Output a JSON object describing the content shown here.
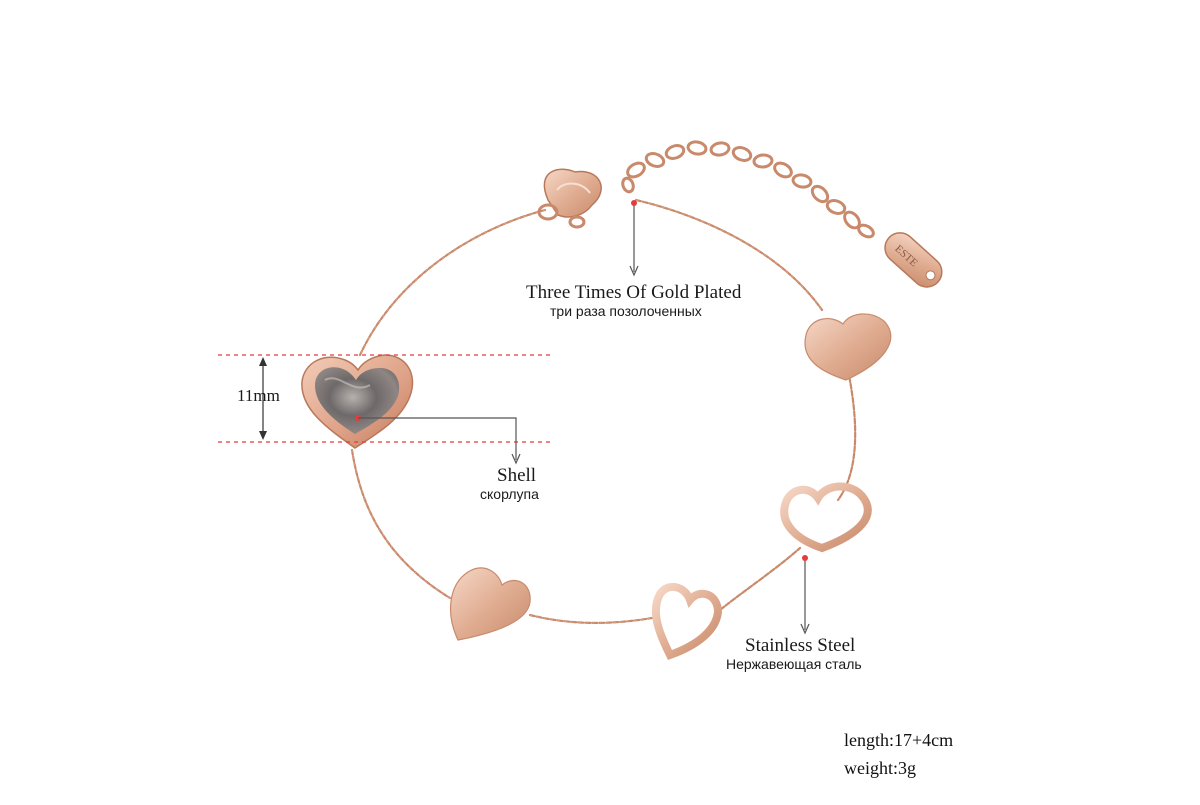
{
  "annotations": {
    "plating": {
      "en": "Three Times Of Gold Plated",
      "ru": "три раза позолоченных"
    },
    "shell": {
      "en": "Shell",
      "ru": "скорлупа"
    },
    "steel": {
      "en": "Stainless Steel",
      "ru": "Нержавеющая сталь"
    },
    "dimension": "11mm",
    "tag_text": "ESTE"
  },
  "specs": {
    "length": "length:17+4cm",
    "weight": "weight:3g"
  },
  "colors": {
    "rose_gold": "#d9a48a",
    "rose_gold_dark": "#b9785a",
    "rose_gold_light": "#f2cfbc",
    "chain": "#c98a6c",
    "shell_pearl": "#7d7676",
    "guide_red": "#e63b3b",
    "leader_line": "#555555"
  }
}
